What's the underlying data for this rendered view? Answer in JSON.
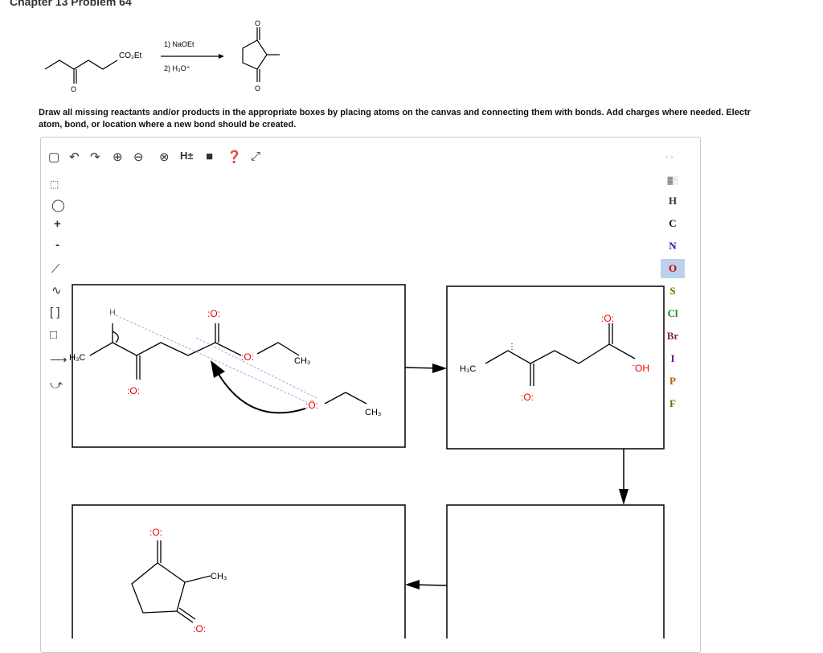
{
  "page_title": "Chapter 13 Problem 64",
  "reaction": {
    "reactant_label": "CO₂Et",
    "reagent_1": "1) NaOEt",
    "reagent_2": "2) H₃O⁺"
  },
  "instructions": {
    "line1": "Draw all missing reactants and/or products in the appropriate boxes by placing atoms on the canvas and connecting them with bonds. Add charges where needed. Electr",
    "line2": "atom, bond, or location where a new bond should be created."
  },
  "toolbar": {
    "h_toggle": "H±",
    "nav_arrows": "‹ ›"
  },
  "left_tools": {
    "plus": "+",
    "minus": "-"
  },
  "elements": [
    "H",
    "C",
    "N",
    "O",
    "S",
    "Cl",
    "Br",
    "I",
    "P",
    "F"
  ],
  "element_colors": {
    "H": "#333333",
    "C": "#111111",
    "N": "#1a1aaa",
    "O": "#cc0000",
    "S": "#7a6a00",
    "Cl": "#1a8a1a",
    "Br": "#7a2a2a",
    "I": "#6a1a8a",
    "P": "#c06000",
    "F": "#7a6a00"
  },
  "selected_element": "O",
  "boxes": {
    "box1": {
      "h_label": "H",
      "ch3_left": "H₃C",
      "ketone_o": ":O:",
      "ester_o": ":O:",
      "carbonyl_o": ":O:",
      "ch3_right": "CH₃",
      "ethoxide_o": ":Ö:",
      "ethoxide_ch3": "CH₃"
    },
    "box2": {
      "h3c": "H₃C",
      "ketone_o": ":O:",
      "acid_o": ":O:",
      "oh": "¨OH"
    },
    "box4": {
      "top_o": ":O:",
      "ch3": "CH₃",
      "bottom_o": ":O:"
    }
  }
}
